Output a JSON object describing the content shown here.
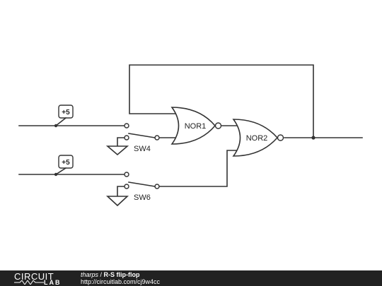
{
  "circuit": {
    "gates": [
      {
        "id": "nor1",
        "label": "NOR1"
      },
      {
        "id": "nor2",
        "label": "NOR2"
      }
    ],
    "switches": [
      {
        "id": "sw4",
        "label": "SW4"
      },
      {
        "id": "sw6",
        "label": "SW6"
      }
    ],
    "sources": [
      {
        "id": "src-top",
        "label": "+5"
      },
      {
        "id": "src-bottom",
        "label": "+5"
      }
    ]
  },
  "footer": {
    "logo_top": "CIRCUIT",
    "logo_bottom": "LAB",
    "author": "tharps",
    "separator": " / ",
    "title": "R-S flip-flop",
    "url": "http://circuitlab.com/cj9w4cc"
  },
  "colors": {
    "wire": "#333333",
    "footer_bg": "#222222"
  }
}
